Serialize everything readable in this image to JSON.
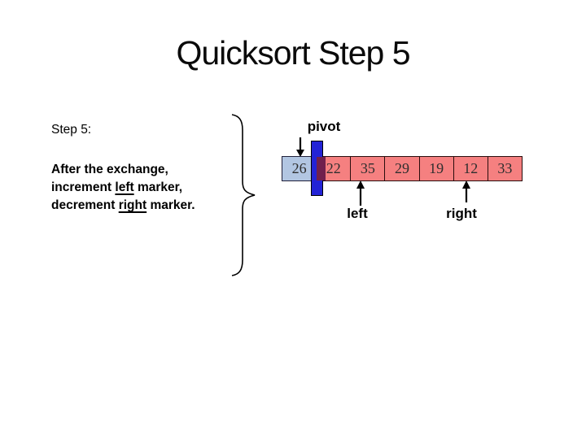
{
  "slide": {
    "title": "Quicksort Step 5"
  },
  "text": {
    "step_label": "Step 5:",
    "line1": "After the exchange,",
    "line2_pre": "increment ",
    "line2_underlined": "left",
    "line2_post": " marker,",
    "line3_pre": "decrement ",
    "line3_underlined": "right",
    "line3_post": " marker."
  },
  "diagram": {
    "pivot_label": "pivot",
    "left_label": "left",
    "right_label": "right",
    "array_values": [
      "26",
      "22",
      "35",
      "29",
      "19",
      "12",
      "33"
    ],
    "pivot_index": 0,
    "left_marker_index": 2,
    "right_marker_index": 5
  },
  "colors": {
    "pivot-cell-fill": "#b2c6e2",
    "pivot-cell-border": "#20203a",
    "cell-fill": "#f58080",
    "cell-border": "#2a0d0d",
    "pivot-bar-fill": "#2323d6",
    "bar-overlap-fill": "#70204d"
  }
}
